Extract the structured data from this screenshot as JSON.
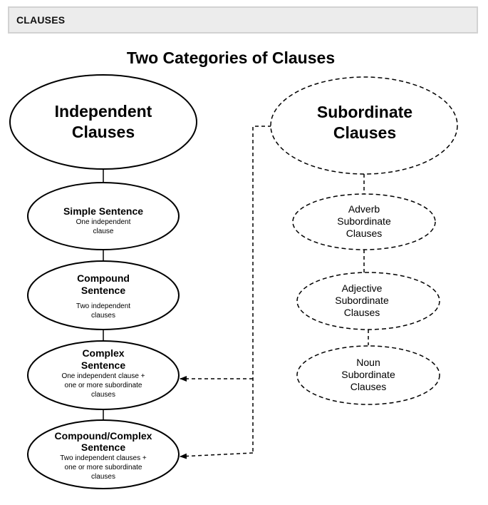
{
  "header": {
    "title": "CLAUSES"
  },
  "diagram": {
    "title": "Two Categories of Clauses",
    "independent": {
      "line1": "Independent",
      "line2": "Clauses"
    },
    "subordinate": {
      "line1": "Subordinate",
      "line2": "Clauses"
    },
    "simple": {
      "title": "Simple Sentence",
      "desc1": "One independent",
      "desc2": "clause"
    },
    "compound": {
      "title1": "Compound",
      "title2": "Sentence",
      "desc1": "Two independent",
      "desc2": "clauses"
    },
    "complex": {
      "title1": "Complex",
      "title2": "Sentence",
      "desc1": "One independent clause +",
      "desc2": "one or more subordinate",
      "desc3": "clauses"
    },
    "compound_complex": {
      "title1": "Compound/Complex",
      "title2": "Sentence",
      "desc1": "Two independent clauses +",
      "desc2": "one or more subordinate",
      "desc3": "clauses"
    },
    "adverb": {
      "line1": "Adverb",
      "line2": "Subordinate",
      "line3": "Clauses"
    },
    "adjective": {
      "line1": "Adjective",
      "line2": "Subordinate",
      "line3": "Clauses"
    },
    "noun": {
      "line1": "Noun",
      "line2": "Subordinate",
      "line3": "Clauses"
    }
  }
}
